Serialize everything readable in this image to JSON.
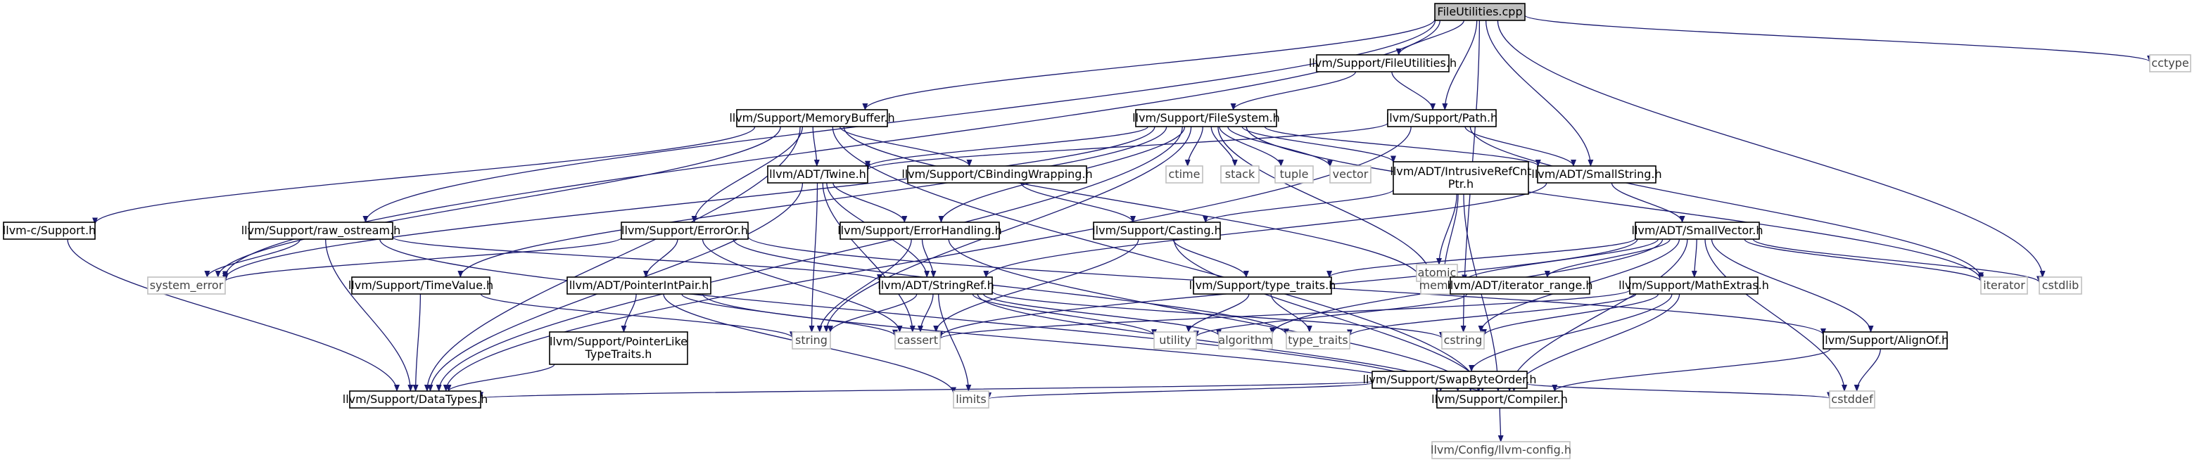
{
  "diagram": {
    "colors": {
      "edge": "#191970",
      "root_fill": "#bfbfbf",
      "root_border": "#000000",
      "header_border": "#000000",
      "system_border": "#bfbfbf",
      "node_fill": "#ffffff"
    },
    "nodes": [
      {
        "id": "fileutilities_cpp",
        "label": "FileUtilities.cpp",
        "kind": "root"
      },
      {
        "id": "support_fileutilities_h",
        "label": "llvm/Support/FileUtilities.h",
        "kind": "header"
      },
      {
        "id": "cctype",
        "label": "cctype",
        "kind": "system"
      },
      {
        "id": "memorybuffer_h",
        "label": "llvm/Support/MemoryBuffer.h",
        "kind": "header"
      },
      {
        "id": "filesystem_h",
        "label": "llvm/Support/FileSystem.h",
        "kind": "header"
      },
      {
        "id": "path_h",
        "label": "llvm/Support/Path.h",
        "kind": "header"
      },
      {
        "id": "twine_h",
        "label": "llvm/ADT/Twine.h",
        "kind": "header"
      },
      {
        "id": "cbindingwrapping_h",
        "label": "llvm/Support/CBindingWrapping.h",
        "kind": "header"
      },
      {
        "id": "ctime",
        "label": "ctime",
        "kind": "system"
      },
      {
        "id": "stack",
        "label": "stack",
        "kind": "system"
      },
      {
        "id": "tuple",
        "label": "tuple",
        "kind": "system"
      },
      {
        "id": "vector",
        "label": "vector",
        "kind": "system"
      },
      {
        "id": "intrusiverefcntptr_h",
        "label": [
          "llvm/ADT/IntrusiveRefCnt",
          "Ptr.h"
        ],
        "kind": "header"
      },
      {
        "id": "smallstring_h",
        "label": "llvm/ADT/SmallString.h",
        "kind": "header"
      },
      {
        "id": "llvm_c_support_h",
        "label": "llvm-c/Support.h",
        "kind": "header"
      },
      {
        "id": "raw_ostream_h",
        "label": "llvm/Support/raw_ostream.h",
        "kind": "header"
      },
      {
        "id": "erroror_h",
        "label": "llvm/Support/ErrorOr.h",
        "kind": "header"
      },
      {
        "id": "errorhandling_h",
        "label": "llvm/Support/ErrorHandling.h",
        "kind": "header"
      },
      {
        "id": "casting_h",
        "label": "llvm/Support/Casting.h",
        "kind": "header"
      },
      {
        "id": "atomic",
        "label": "atomic",
        "kind": "system"
      },
      {
        "id": "smallvector_h",
        "label": "llvm/ADT/SmallVector.h",
        "kind": "header"
      },
      {
        "id": "system_error",
        "label": "system_error",
        "kind": "system"
      },
      {
        "id": "timevalue_h",
        "label": "llvm/Support/TimeValue.h",
        "kind": "header"
      },
      {
        "id": "pointerintpair_h",
        "label": "llvm/ADT/PointerIntPair.h",
        "kind": "header"
      },
      {
        "id": "stringref_h",
        "label": "llvm/ADT/StringRef.h",
        "kind": "header"
      },
      {
        "id": "type_traits_h",
        "label": "llvm/Support/type_traits.h",
        "kind": "header"
      },
      {
        "id": "memory",
        "label": "memory",
        "kind": "system"
      },
      {
        "id": "iterator_range_h",
        "label": "llvm/ADT/iterator_range.h",
        "kind": "header"
      },
      {
        "id": "mathextras_h",
        "label": "llvm/Support/MathExtras.h",
        "kind": "header"
      },
      {
        "id": "iterator",
        "label": "iterator",
        "kind": "system"
      },
      {
        "id": "cstdlib",
        "label": "cstdlib",
        "kind": "system"
      },
      {
        "id": "pointerliketypetraits_h",
        "label": [
          "llvm/Support/PointerLike",
          "TypeTraits.h"
        ],
        "kind": "header"
      },
      {
        "id": "string",
        "label": "string",
        "kind": "system"
      },
      {
        "id": "cassert",
        "label": "cassert",
        "kind": "system"
      },
      {
        "id": "utility",
        "label": "utility",
        "kind": "system"
      },
      {
        "id": "algorithm",
        "label": "algorithm",
        "kind": "system"
      },
      {
        "id": "type_traits",
        "label": "type_traits",
        "kind": "system"
      },
      {
        "id": "cstring",
        "label": "cstring",
        "kind": "system"
      },
      {
        "id": "swapbyteorder_h",
        "label": "llvm/Support/SwapByteOrder.h",
        "kind": "header"
      },
      {
        "id": "alignof_h",
        "label": "llvm/Support/AlignOf.h",
        "kind": "header"
      },
      {
        "id": "datatypes_h",
        "label": "llvm/Support/DataTypes.h",
        "kind": "header"
      },
      {
        "id": "limits",
        "label": "limits",
        "kind": "system"
      },
      {
        "id": "compiler_h",
        "label": "llvm/Support/Compiler.h",
        "kind": "header"
      },
      {
        "id": "cstddef",
        "label": "cstddef",
        "kind": "system"
      },
      {
        "id": "llvm_config_h",
        "label": "llvm/Config/llvm-config.h",
        "kind": "system"
      }
    ],
    "edges": [
      [
        "fileutilities_cpp",
        "support_fileutilities_h"
      ],
      [
        "fileutilities_cpp",
        "cctype"
      ],
      [
        "fileutilities_cpp",
        "memorybuffer_h"
      ],
      [
        "fileutilities_cpp",
        "path_h"
      ],
      [
        "fileutilities_cpp",
        "smallstring_h"
      ],
      [
        "fileutilities_cpp",
        "raw_ostream_h"
      ],
      [
        "fileutilities_cpp",
        "system_error"
      ],
      [
        "fileutilities_cpp",
        "cstdlib"
      ],
      [
        "fileutilities_cpp",
        "cstring"
      ],
      [
        "support_fileutilities_h",
        "filesystem_h"
      ],
      [
        "support_fileutilities_h",
        "path_h"
      ],
      [
        "memorybuffer_h",
        "llvm_c_support_h"
      ],
      [
        "memorybuffer_h",
        "twine_h"
      ],
      [
        "memorybuffer_h",
        "cbindingwrapping_h"
      ],
      [
        "memorybuffer_h",
        "compiler_h"
      ],
      [
        "memorybuffer_h",
        "datatypes_h"
      ],
      [
        "memorybuffer_h",
        "erroror_h"
      ],
      [
        "memorybuffer_h",
        "memory"
      ],
      [
        "memorybuffer_h",
        "system_error"
      ],
      [
        "filesystem_h",
        "twine_h"
      ],
      [
        "filesystem_h",
        "intrusiverefcntptr_h"
      ],
      [
        "filesystem_h",
        "smallstring_h"
      ],
      [
        "filesystem_h",
        "datatypes_h"
      ],
      [
        "filesystem_h",
        "errorhandling_h"
      ],
      [
        "filesystem_h",
        "timevalue_h"
      ],
      [
        "filesystem_h",
        "ctime"
      ],
      [
        "filesystem_h",
        "iterator"
      ],
      [
        "filesystem_h",
        "memory"
      ],
      [
        "filesystem_h",
        "stack"
      ],
      [
        "filesystem_h",
        "string"
      ],
      [
        "filesystem_h",
        "system_error"
      ],
      [
        "filesystem_h",
        "tuple"
      ],
      [
        "filesystem_h",
        "vector"
      ],
      [
        "path_h",
        "twine_h"
      ],
      [
        "path_h",
        "smallstring_h"
      ],
      [
        "path_h",
        "datatypes_h"
      ],
      [
        "path_h",
        "iterator"
      ],
      [
        "twine_h",
        "stringref_h"
      ],
      [
        "twine_h",
        "errorhandling_h"
      ],
      [
        "twine_h",
        "cassert"
      ],
      [
        "twine_h",
        "string"
      ],
      [
        "twine_h",
        "datatypes_h"
      ],
      [
        "cbindingwrapping_h",
        "casting_h"
      ],
      [
        "intrusiverefcntptr_h",
        "casting_h"
      ],
      [
        "intrusiverefcntptr_h",
        "compiler_h"
      ],
      [
        "intrusiverefcntptr_h",
        "atomic"
      ],
      [
        "intrusiverefcntptr_h",
        "memory"
      ],
      [
        "smallstring_h",
        "smallvector_h"
      ],
      [
        "smallstring_h",
        "stringref_h"
      ],
      [
        "llvm_c_support_h",
        "datatypes_h"
      ],
      [
        "raw_ostream_h",
        "stringref_h"
      ],
      [
        "raw_ostream_h",
        "compiler_h"
      ],
      [
        "raw_ostream_h",
        "datatypes_h"
      ],
      [
        "raw_ostream_h",
        "system_error"
      ],
      [
        "erroror_h",
        "pointerintpair_h"
      ],
      [
        "erroror_h",
        "alignof_h"
      ],
      [
        "erroror_h",
        "cassert"
      ],
      [
        "erroror_h",
        "system_error"
      ],
      [
        "erroror_h",
        "type_traits"
      ],
      [
        "errorhandling_h",
        "stringref_h"
      ],
      [
        "errorhandling_h",
        "compiler_h"
      ],
      [
        "errorhandling_h",
        "string"
      ],
      [
        "casting_h",
        "type_traits_h"
      ],
      [
        "casting_h",
        "compiler_h"
      ],
      [
        "casting_h",
        "cassert"
      ],
      [
        "smallvector_h",
        "iterator_range_h"
      ],
      [
        "smallvector_h",
        "alignof_h"
      ],
      [
        "smallvector_h",
        "compiler_h"
      ],
      [
        "smallvector_h",
        "mathextras_h"
      ],
      [
        "smallvector_h",
        "type_traits_h"
      ],
      [
        "smallvector_h",
        "algorithm"
      ],
      [
        "smallvector_h",
        "cassert"
      ],
      [
        "smallvector_h",
        "cstddef"
      ],
      [
        "smallvector_h",
        "cstdlib"
      ],
      [
        "smallvector_h",
        "cstring"
      ],
      [
        "smallvector_h",
        "iterator"
      ],
      [
        "smallvector_h",
        "memory"
      ],
      [
        "timevalue_h",
        "datatypes_h"
      ],
      [
        "timevalue_h",
        "string"
      ],
      [
        "pointerintpair_h",
        "pointerliketypetraits_h"
      ],
      [
        "pointerintpair_h",
        "compiler_h"
      ],
      [
        "pointerintpair_h",
        "cassert"
      ],
      [
        "pointerintpair_h",
        "limits"
      ],
      [
        "stringref_h",
        "compiler_h"
      ],
      [
        "stringref_h",
        "algorithm"
      ],
      [
        "stringref_h",
        "cassert"
      ],
      [
        "stringref_h",
        "cstring"
      ],
      [
        "stringref_h",
        "limits"
      ],
      [
        "stringref_h",
        "string"
      ],
      [
        "stringref_h",
        "utility"
      ],
      [
        "type_traits_h",
        "type_traits"
      ],
      [
        "type_traits_h",
        "utility"
      ],
      [
        "iterator_range_h",
        "utility"
      ],
      [
        "mathextras_h",
        "compiler_h"
      ],
      [
        "mathextras_h",
        "swapbyteorder_h"
      ],
      [
        "mathextras_h",
        "cassert"
      ],
      [
        "mathextras_h",
        "cstring"
      ],
      [
        "mathextras_h",
        "type_traits"
      ],
      [
        "pointerliketypetraits_h",
        "datatypes_h"
      ],
      [
        "swapbyteorder_h",
        "compiler_h"
      ],
      [
        "swapbyteorder_h",
        "datatypes_h"
      ],
      [
        "swapbyteorder_h",
        "cstddef"
      ],
      [
        "swapbyteorder_h",
        "limits"
      ],
      [
        "alignof_h",
        "compiler_h"
      ],
      [
        "alignof_h",
        "cstddef"
      ],
      [
        "compiler_h",
        "llvm_config_h"
      ]
    ]
  }
}
